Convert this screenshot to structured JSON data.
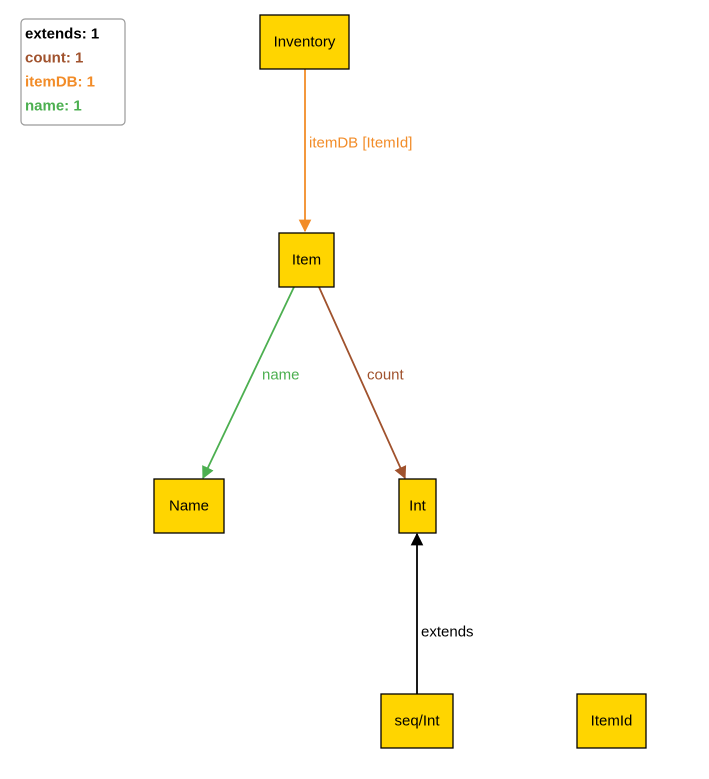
{
  "legend": {
    "items": [
      {
        "text": "extends: 1",
        "color": "#000000"
      },
      {
        "text": "count: 1",
        "color": "#A0522D"
      },
      {
        "text": "itemDB: 1",
        "color": "#F28C28"
      },
      {
        "text": "name: 1",
        "color": "#4CAF50"
      }
    ]
  },
  "nodes": {
    "inventory": "Inventory",
    "item": "Item",
    "name": "Name",
    "int": "Int",
    "seq_int": "seq/Int",
    "item_id": "ItemId"
  },
  "edges": {
    "item_db": {
      "label": "itemDB [ItemId]",
      "color": "#F28C28"
    },
    "name": {
      "label": "name",
      "color": "#4CAF50"
    },
    "count": {
      "label": "count",
      "color": "#A0522D"
    },
    "extends": {
      "label": "extends",
      "color": "#000000"
    }
  },
  "colors": {
    "node_fill": "#FFD500",
    "node_border": "#000000"
  }
}
